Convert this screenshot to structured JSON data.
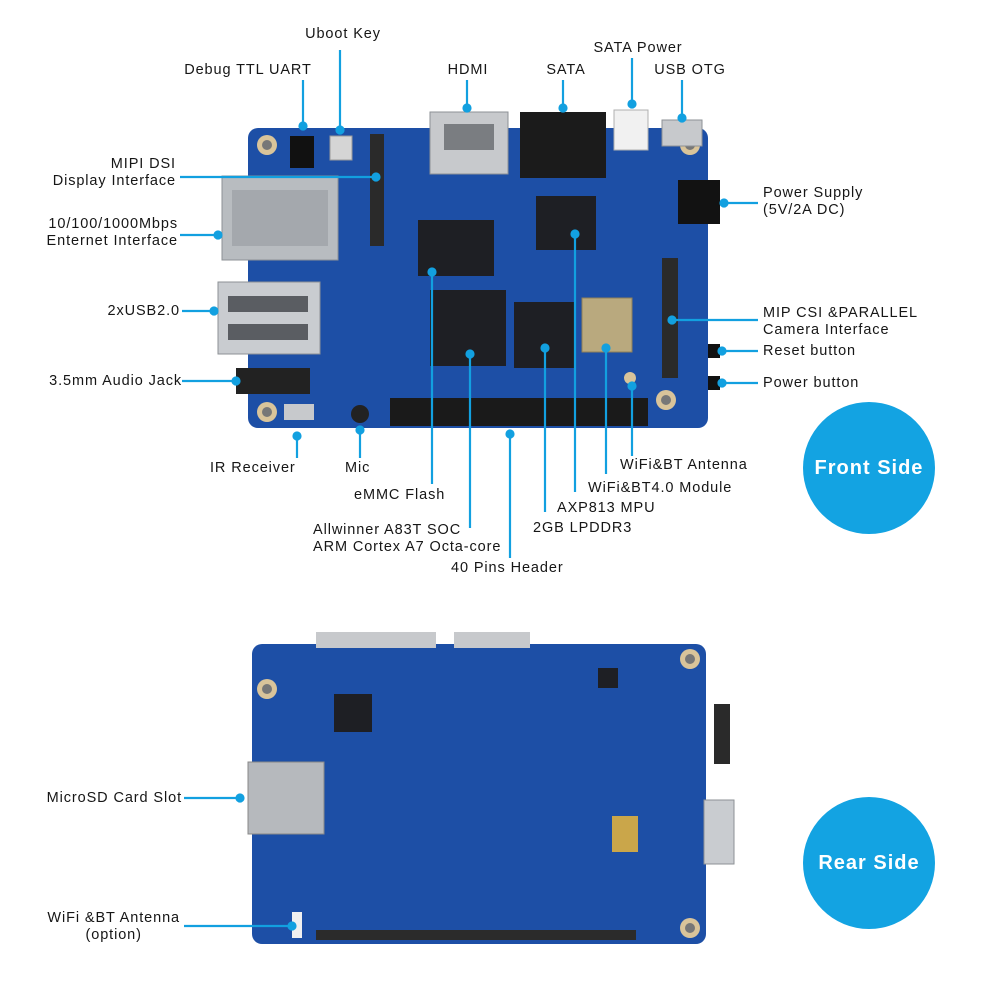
{
  "colors": {
    "pcb": "#1d4fa6",
    "pcb_dark": "#163e86",
    "leader": "#12a0e0",
    "badge": "#13a3e2",
    "metal": "#c7c9cc",
    "chip": "#1e1f24",
    "header": "#1a1a1a"
  },
  "front": {
    "badge": "Front Side",
    "labels": {
      "uboot_key": "Uboot Key",
      "debug_uart": "Debug TTL UART",
      "hdmi": "HDMI",
      "sata": "SATA",
      "sata_power": "SATA Power",
      "usb_otg": "USB OTG",
      "mipi_dsi": [
        "MIPI DSI",
        "Display Interface"
      ],
      "ethernet": [
        "10/100/1000Mbps",
        "Enternet Interface"
      ],
      "usb20": "2xUSB2.0",
      "audio": "3.5mm Audio Jack",
      "power_supply": [
        "Power Supply",
        "(5V/2A DC)"
      ],
      "camera": [
        "MIP CSI &PARALLEL",
        "Camera Interface"
      ],
      "reset": "Reset button",
      "power_button": "Power button",
      "ir": "IR Receiver",
      "mic": "Mic",
      "emmc": "eMMC Flash",
      "soc": [
        "Allwinner A83T SOC",
        "ARM Cortex A7 Octa-core"
      ],
      "header": "40 Pins Header",
      "ddr": "2GB LPDDR3",
      "mpu": "AXP813 MPU",
      "wifi_module": "WiFi&BT4.0 Module",
      "wifi_antenna": "WiFi&BT Antenna"
    }
  },
  "rear": {
    "badge": "Rear Side",
    "labels": {
      "microsd": "MicroSD Card Slot",
      "antenna_option": [
        "WiFi &BT Antenna",
        "(option)"
      ]
    }
  }
}
